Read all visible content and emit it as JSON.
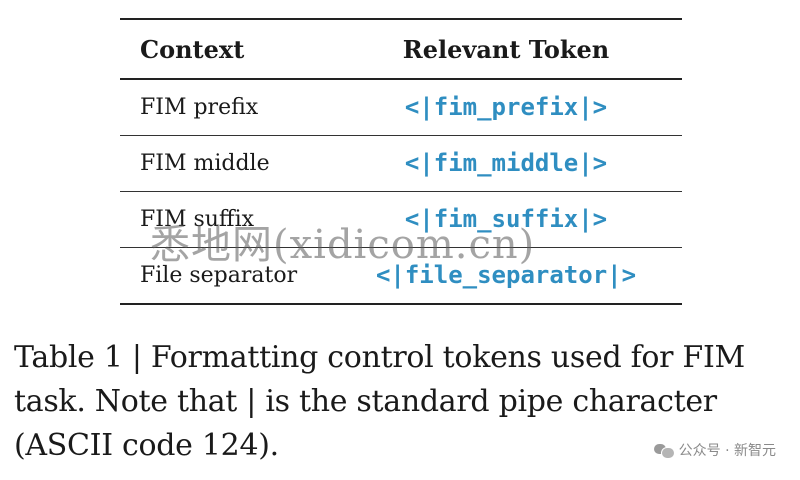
{
  "table": {
    "headers": {
      "context": "Context",
      "token": "Relevant Token"
    },
    "rows": [
      {
        "context": "FIM prefix",
        "token": "<|fim_prefix|>"
      },
      {
        "context": "FIM middle",
        "token": "<|fim_middle|>"
      },
      {
        "context": "FIM suffix",
        "token": "<|fim_suffix|>"
      },
      {
        "context": "File separator",
        "token": "<|file_separator|>"
      }
    ]
  },
  "caption": "Table 1 | Formatting control tokens used for FIM task. Note that | is the standard pipe character (ASCII code 124).",
  "overlay_watermark": "悉地网(xidicom.cn)",
  "source_watermark": {
    "icon": "wechat-icon",
    "text": "公众号 · 新智元"
  },
  "colors": {
    "token": "#2f8ec1",
    "text": "#1a1a1a",
    "rules": "#222222"
  }
}
